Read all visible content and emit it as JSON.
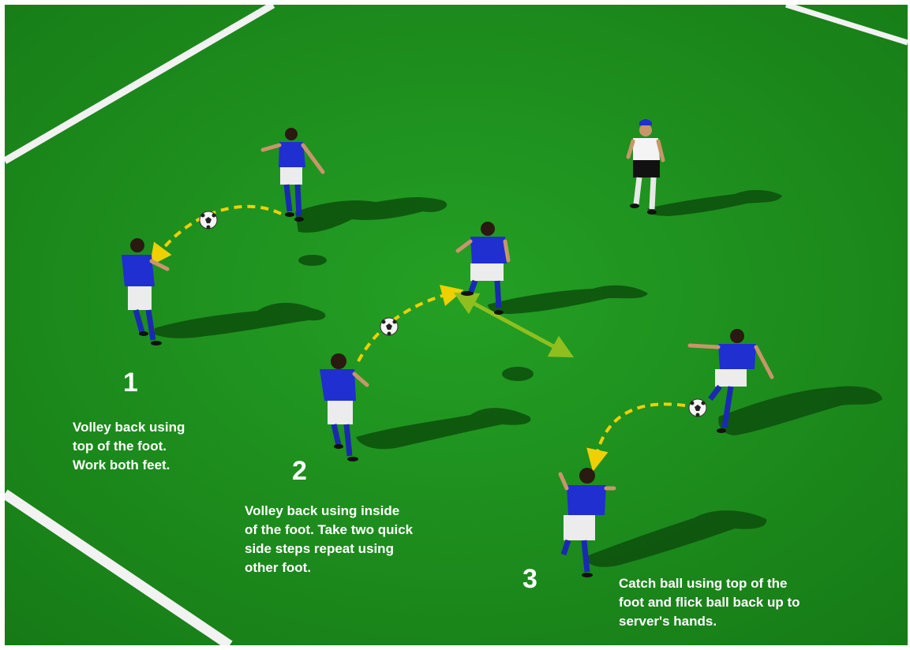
{
  "steps": [
    {
      "number": "1",
      "text": "Volley back using\ntop of the foot.\nWork both feet."
    },
    {
      "number": "2",
      "text": "Volley back using inside\nof the foot. Take two quick\nside steps repeat using\nother foot."
    },
    {
      "number": "3",
      "text": "Catch ball using top of the\nfoot and flick ball back up to\nserver's hands."
    }
  ],
  "colors": {
    "pitch": "#1c8a1c",
    "pitch_line": "#f2f2f2",
    "shadow": "#0d4f0d",
    "jersey": "#1f2fd0",
    "shorts": "#ececec",
    "socks": "#1a2ab0",
    "coach_shirt": "#f4f4f4",
    "coach_shorts": "#111111",
    "pass_arrow": "#f0d000",
    "movement_arrow": "#8fbf1f"
  }
}
